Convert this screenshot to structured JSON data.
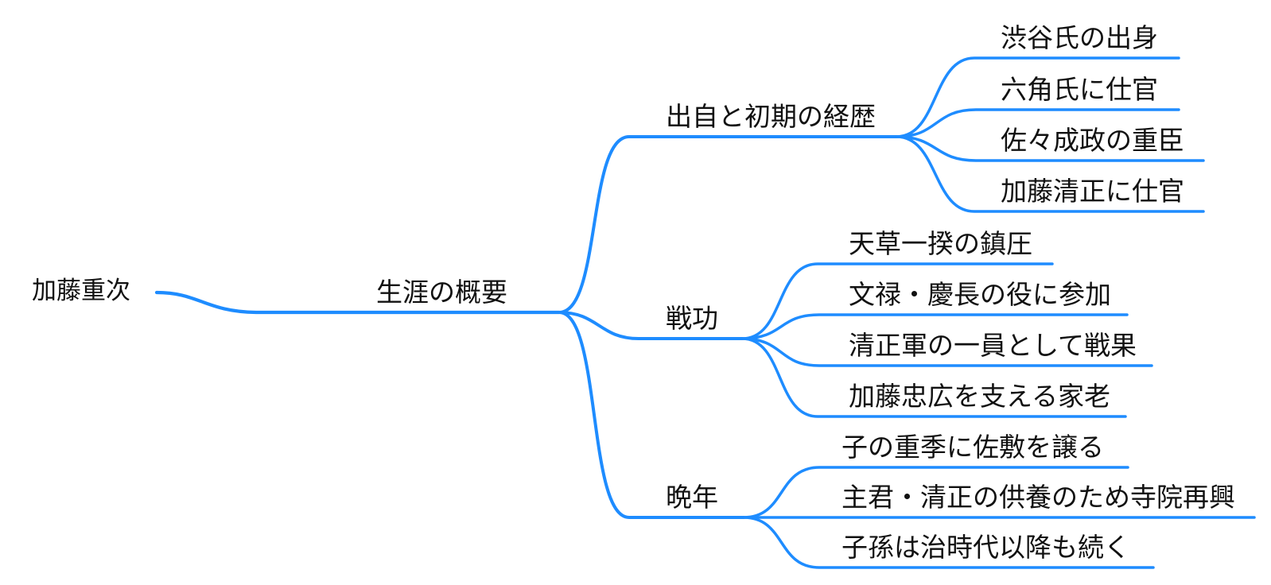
{
  "colors": {
    "link": "#1E8CFF",
    "text": "#111111",
    "background": "#FFFFFF"
  },
  "mindmap": {
    "root": {
      "label": "加藤重次"
    },
    "overview": {
      "label": "生涯の概要"
    },
    "branches": [
      {
        "label": "出自と初期の経歴",
        "children": [
          {
            "label": "渋谷氏の出身"
          },
          {
            "label": "六角氏に仕官"
          },
          {
            "label": "佐々成政の重臣"
          },
          {
            "label": "加藤清正に仕官"
          }
        ]
      },
      {
        "label": "戦功",
        "children": [
          {
            "label": "天草一揆の鎮圧"
          },
          {
            "label": "文禄・慶長の役に参加"
          },
          {
            "label": "清正軍の一員として戦果"
          },
          {
            "label": "加藤忠広を支える家老"
          }
        ]
      },
      {
        "label": "晩年",
        "children": [
          {
            "label": "子の重季に佐敷を譲る"
          },
          {
            "label": "主君・清正の供養のため寺院再興"
          },
          {
            "label": "子孫は治時代以降も続く"
          }
        ]
      }
    ]
  }
}
